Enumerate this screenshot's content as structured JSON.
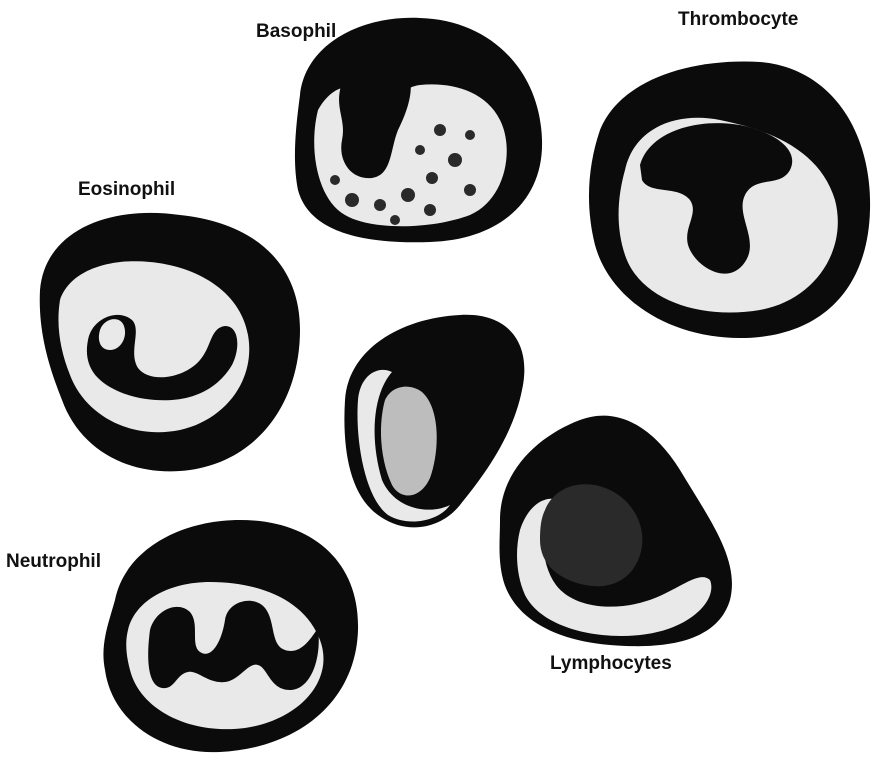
{
  "labels": {
    "basophil": "Basophil",
    "thrombocyte": "Thrombocyte",
    "eosinophil": "Eosinophil",
    "neutrophil": "Neutrophil",
    "lymphocytes": "Lymphocytes"
  },
  "colors": {
    "cell_dark": "#0b0b0b",
    "cytoplasm": "#e9e9e9",
    "granule": "#2a2a2a",
    "background": "#ffffff"
  }
}
